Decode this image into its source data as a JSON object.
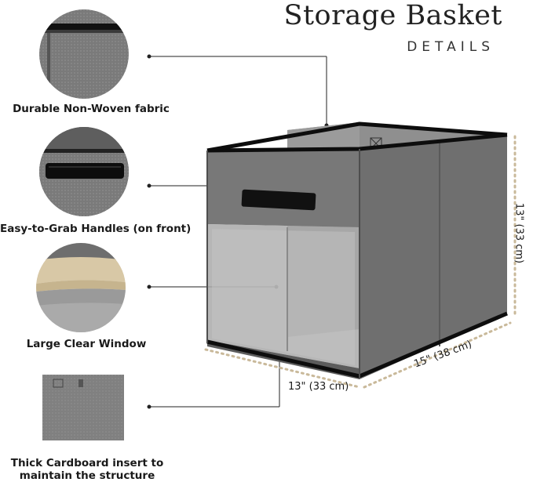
{
  "header": {
    "title": "Storage Basket",
    "subtitle": "DETAILS"
  },
  "features": [
    {
      "label": "Durable Non-Woven fabric"
    },
    {
      "label": "Easy-to-Grab Handles (on front)"
    },
    {
      "label": "Large Clear Window"
    },
    {
      "label_line1": "Thick Cardboard insert to",
      "label_line2": "maintain the structure"
    }
  ],
  "dimensions": {
    "height": "13\" (33 cm)",
    "width": "15\" (38 cm)",
    "depth": "13\" (33 cm)"
  },
  "colors": {
    "fabric": "#6f6f6f",
    "trim": "#111111",
    "dim_dots": "#c9b99a"
  }
}
